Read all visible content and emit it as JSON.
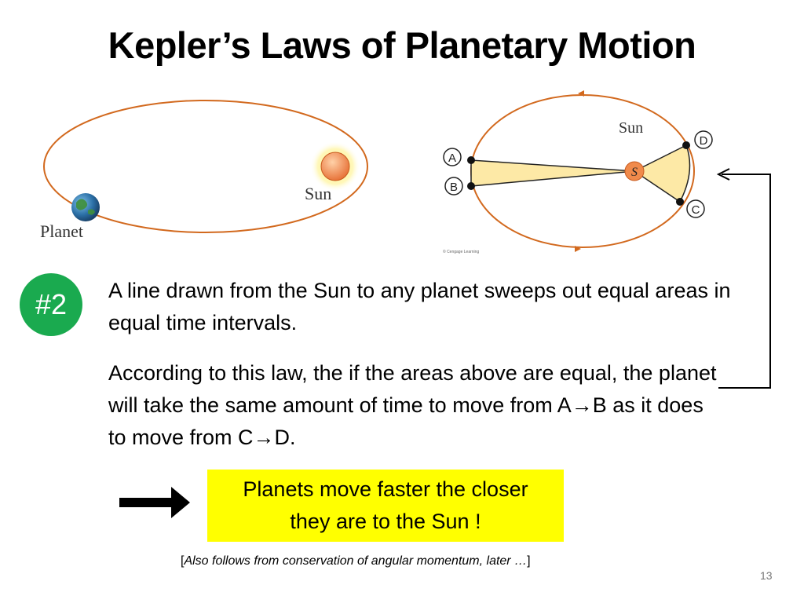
{
  "slide": {
    "title": "Kepler’s Laws of Planetary Motion",
    "page_number": "13"
  },
  "figure_left": {
    "planet_label": "Planet",
    "sun_label": "Sun"
  },
  "figure_right": {
    "sun_label": "Sun",
    "sun_symbol": "S",
    "point_a": "A",
    "point_b": "B",
    "point_c": "C",
    "point_d": "D",
    "credit": "© Cengage Learning"
  },
  "law": {
    "badge": "#2",
    "statement": "A line drawn from the Sun to any planet sweeps out equal areas in equal time intervals.",
    "explanation_prefix": "According to this law, the if the areas above are equal, the planet will take the same amount of time to move from A",
    "explanation_mid": "B as it does to move from C",
    "explanation_suffix": "D.",
    "arrow_symbol": "→"
  },
  "conclusion": {
    "line1": "Planets move faster the closer",
    "line2": "they are to the Sun !"
  },
  "footnote": {
    "open": "[",
    "italic": "Also follows from conservation of angular momentum, later …",
    "close": "]"
  },
  "colors": {
    "orbit": "#d2691e",
    "sun_fill": "#f08a4b",
    "sweep_fill": "#fde9a6",
    "badge": "#1aaa4f",
    "highlight": "#ffff00"
  }
}
